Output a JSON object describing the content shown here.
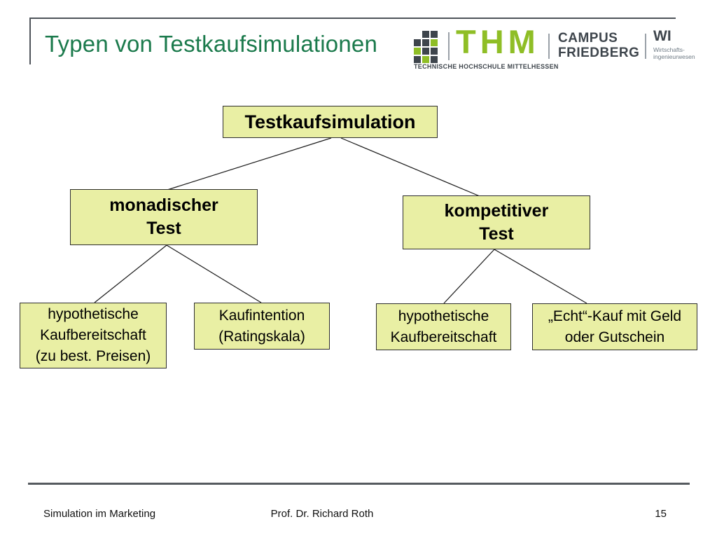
{
  "slide": {
    "title": "Typen von Testkaufsimulationen"
  },
  "logo": {
    "name": "THM",
    "subtitle": "TECHNISCHE HOCHSCHULE MITTELHESSEN",
    "campus": "CAMPUS\nFRIEDBERG",
    "dept_abbr": "WI",
    "dept_name": "Wirtschafts-\ningenieurwesen",
    "grid_pattern": [
      [
        0,
        1,
        1
      ],
      [
        1,
        1,
        2
      ],
      [
        2,
        1,
        1
      ],
      [
        1,
        2,
        1
      ]
    ],
    "colors": {
      "green": "#8fbe26",
      "dark": "#3e454c",
      "gray_text": "#6f7b85"
    }
  },
  "diagram": {
    "type": "tree",
    "box_fill": "#e9efa4",
    "box_border": "#2d2d2d",
    "nodes": {
      "root": {
        "label": "Testkaufsimulation"
      },
      "monadisch": {
        "label": "monadischer\nTest",
        "parent": "root"
      },
      "kompetitiv": {
        "label": "kompetitiver\nTest",
        "parent": "root"
      },
      "hypo_preis": {
        "label": "hypothetische\nKaufbereitschaft\n(zu best. Preisen)",
        "parent": "monadisch"
      },
      "kaufintention": {
        "label": "Kaufintention\n(Ratingskala)",
        "parent": "monadisch"
      },
      "hypo": {
        "label": "hypothetische\nKaufbereitschaft",
        "parent": "kompetitiv"
      },
      "echt_kauf": {
        "label": "„Echt“-Kauf mit Geld\noder Gutschein",
        "parent": "kompetitiv"
      }
    }
  },
  "footer": {
    "left": "Simulation im Marketing",
    "center": "Prof. Dr. Richard Roth",
    "page": "15"
  },
  "theme": {
    "title_color": "#1b7a4c",
    "rule_color": "#4e545a"
  }
}
